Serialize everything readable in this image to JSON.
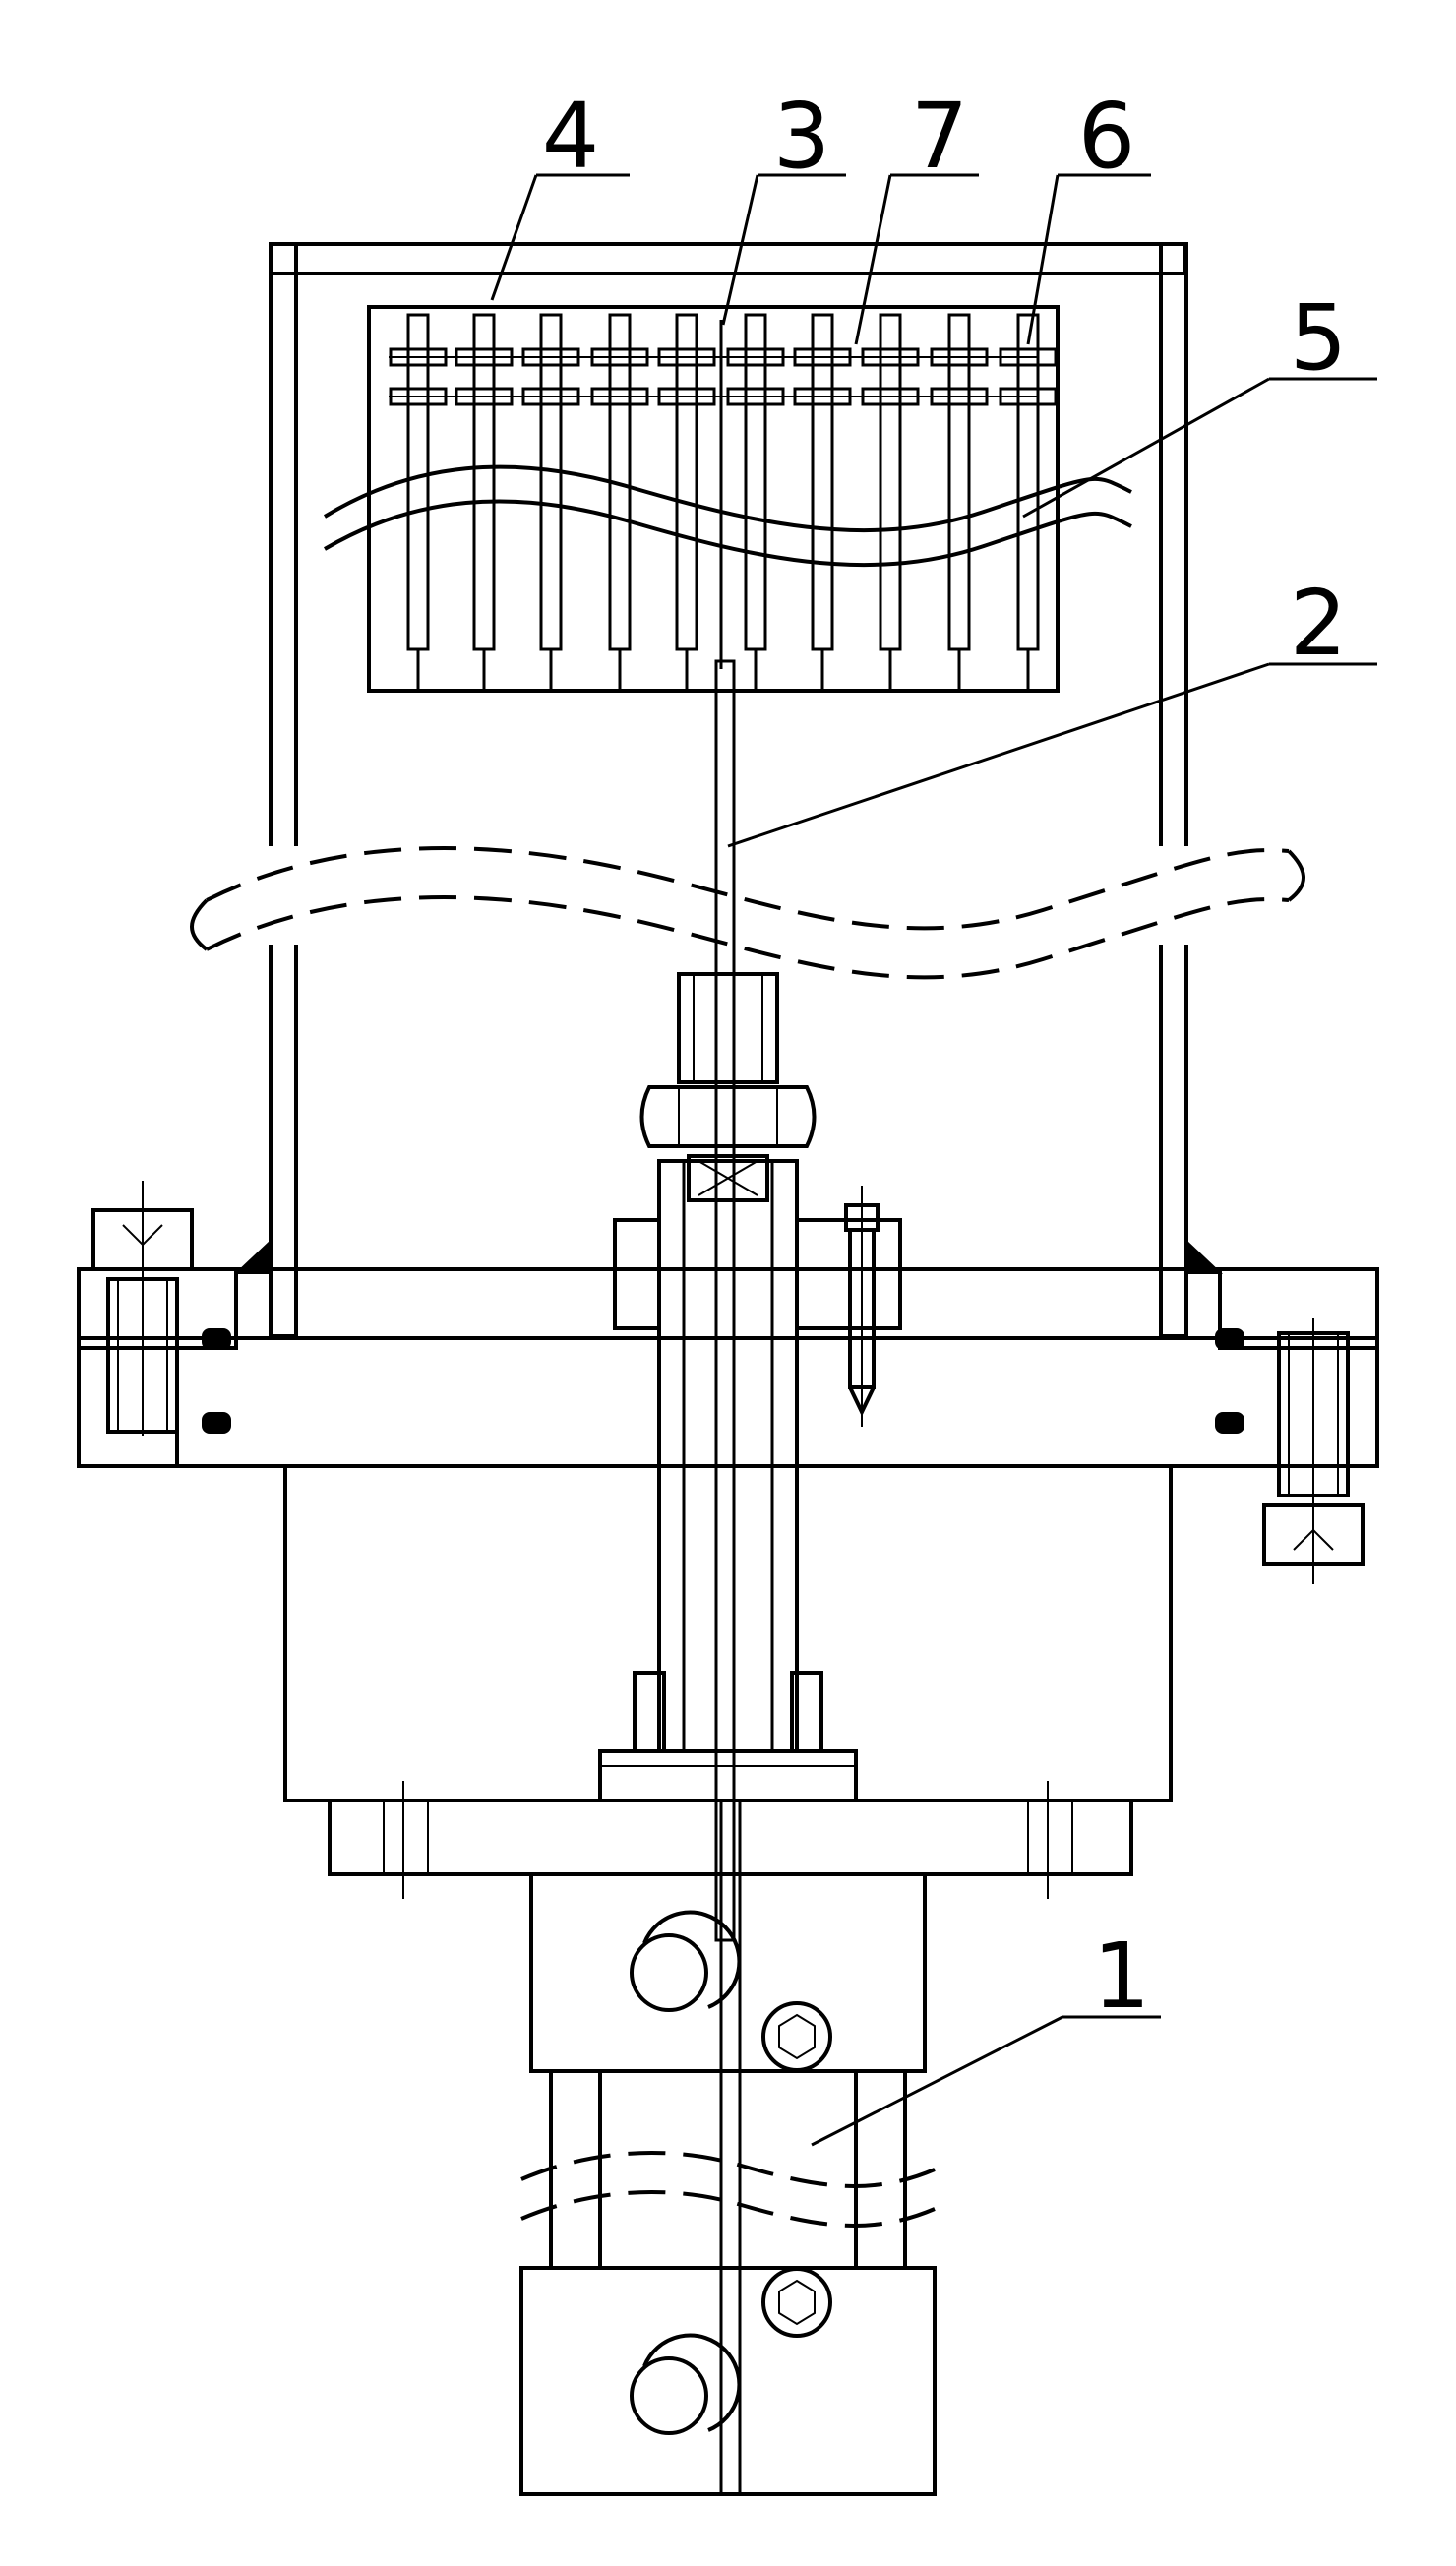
{
  "labels": {
    "part_1": "1",
    "part_2": "2",
    "part_3": "3",
    "part_4": "4",
    "part_5": "5",
    "part_6": "6",
    "part_7": "7"
  }
}
